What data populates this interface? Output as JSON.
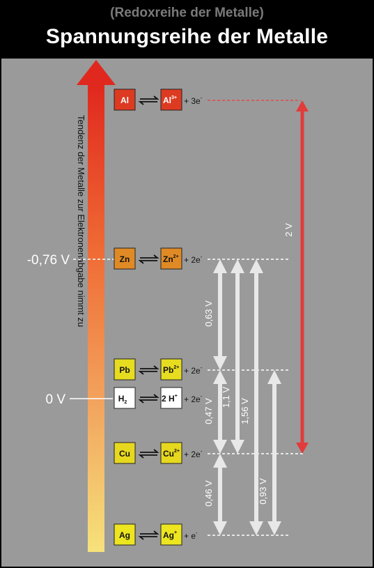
{
  "header": {
    "subtitle": "(Redoxreihe der Metalle)",
    "title": "Spannungsreihe der Metalle"
  },
  "axis_label": "Tendenz der Metalle zur Elektronenabgabe nimmt zu",
  "reference_labels": [
    {
      "id": "zn",
      "text": "-0,76 V"
    },
    {
      "id": "h2",
      "text": "0 V"
    }
  ],
  "colors": {
    "al": "#dd3a22",
    "zn": "#e08a25",
    "pb": "#e6dc20",
    "cu": "#e6d81e",
    "ag": "#ece520",
    "h2": "#ffffff",
    "red_arrow": "#e23b3b",
    "white_arrow": "#e8e8e8"
  },
  "reactions": [
    {
      "id": "al",
      "reduced": "Al",
      "oxidized": "Al",
      "charge": "3+",
      "electrons": "+ 3e",
      "e_sup": "-"
    },
    {
      "id": "zn",
      "reduced": "Zn",
      "oxidized": "Zn",
      "charge": "2+",
      "electrons": "+ 2e",
      "e_sup": "-"
    },
    {
      "id": "pb",
      "reduced": "Pb",
      "oxidized": "Pb",
      "charge": "2+",
      "electrons": "+ 2e",
      "e_sup": "-"
    },
    {
      "id": "h2",
      "reduced": "H",
      "reduced_sub": "2",
      "oxidized": "2 H",
      "charge": "+",
      "electrons": "+ 2e",
      "e_sup": "-"
    },
    {
      "id": "cu",
      "reduced": "Cu",
      "oxidized": "Cu",
      "charge": "2+",
      "electrons": "+ 2e",
      "e_sup": "-"
    },
    {
      "id": "ag",
      "reduced": "Ag",
      "oxidized": "Ag",
      "charge": "+",
      "electrons": "+ e",
      "e_sup": "-"
    }
  ],
  "differences": [
    {
      "id": "al-cu",
      "label": "2 V",
      "color": "red"
    },
    {
      "id": "zn-pb",
      "label": "0,63 V",
      "color": "white"
    },
    {
      "id": "zn-cu",
      "label": "1,1 V",
      "color": "white"
    },
    {
      "id": "zn-ag",
      "label": "1,56 V",
      "color": "white"
    },
    {
      "id": "pb-cu",
      "label": "0,47 V",
      "color": "white"
    },
    {
      "id": "pb-ag",
      "label": "0,93 V",
      "color": "white"
    },
    {
      "id": "cu-ag",
      "label": "0,46 V",
      "color": "white"
    }
  ]
}
